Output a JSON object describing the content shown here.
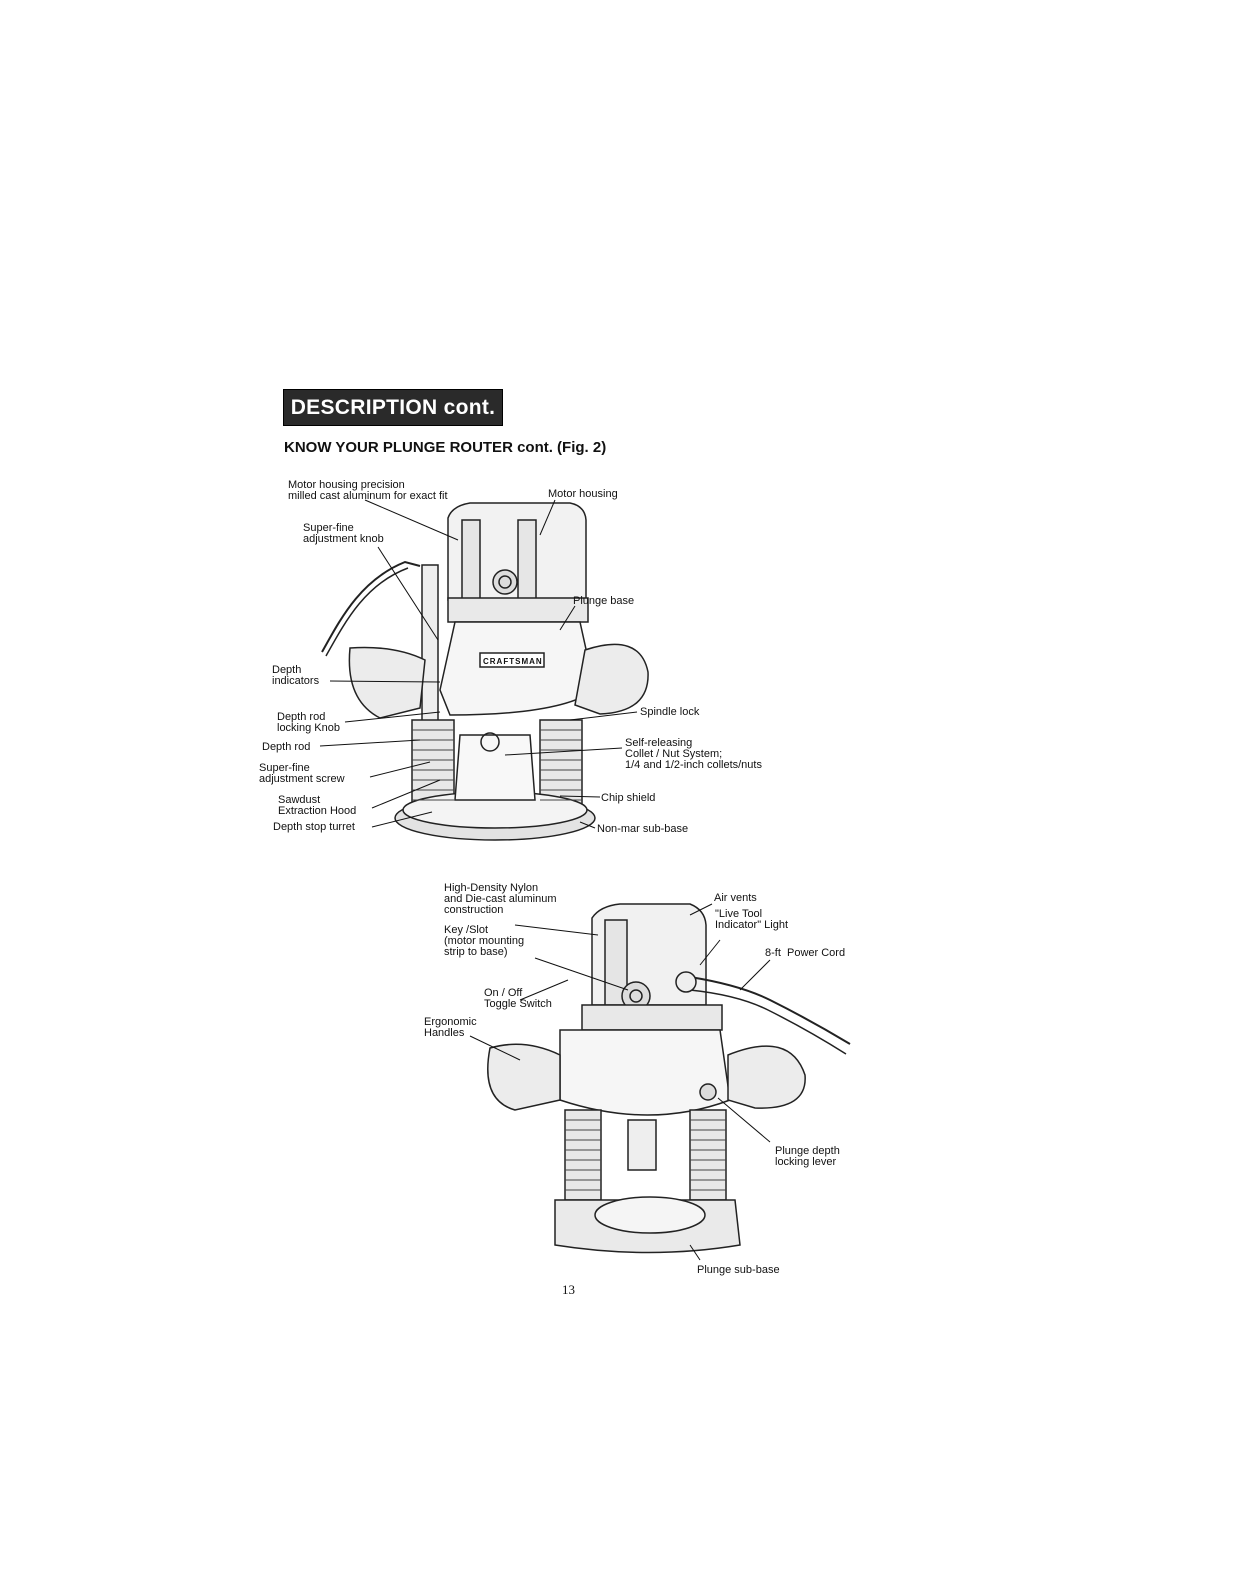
{
  "header": {
    "section_banner": "DESCRIPTION cont.",
    "subheading": "KNOW YOUR PLUNGE ROUTER cont. (Fig. 2)"
  },
  "figure_top": {
    "brand_plate": "CRAFTSMAN",
    "labels": {
      "motor_housing_precision": "Motor housing precision\nmilled cast aluminum for exact fit",
      "motor_housing": "Motor housing",
      "super_fine_knob": "Super-fine\nadjustment knob",
      "plunge_base": "Plunge base",
      "depth_indicators": "Depth\nindicators",
      "depth_rod_locking_knob": "Depth rod\nlocking Knob",
      "spindle_lock": "Spindle lock",
      "depth_rod": "Depth rod",
      "collet_system": "Self-releasing\nCollet / Nut System;\n1/4 and 1/2-inch collets/nuts",
      "super_fine_screw": "Super-fine\nadjustment screw",
      "sawdust_hood": "Sawdust\nExtraction Hood",
      "chip_shield": "Chip shield",
      "depth_stop_turret": "Depth stop turret",
      "non_mar_sub_base": "Non-mar sub-base"
    }
  },
  "figure_bottom": {
    "labels": {
      "nylon_construction": "High-Density Nylon\nand Die-cast aluminum\nconstruction",
      "air_vents": "Air vents",
      "live_tool_light": "\"Live Tool\nIndicator\" Light",
      "key_slot": "Key /Slot\n(motor mounting\nstrip to base)",
      "power_cord": "8-ft  Power Cord",
      "on_off_switch": "On / Off\nToggle Switch",
      "ergonomic_handles": "Ergonomic\nHandles",
      "plunge_depth_lever": "Plunge depth\nlocking lever",
      "plunge_sub_base": "Plunge sub-base"
    }
  },
  "footer": {
    "page_number": "13"
  }
}
